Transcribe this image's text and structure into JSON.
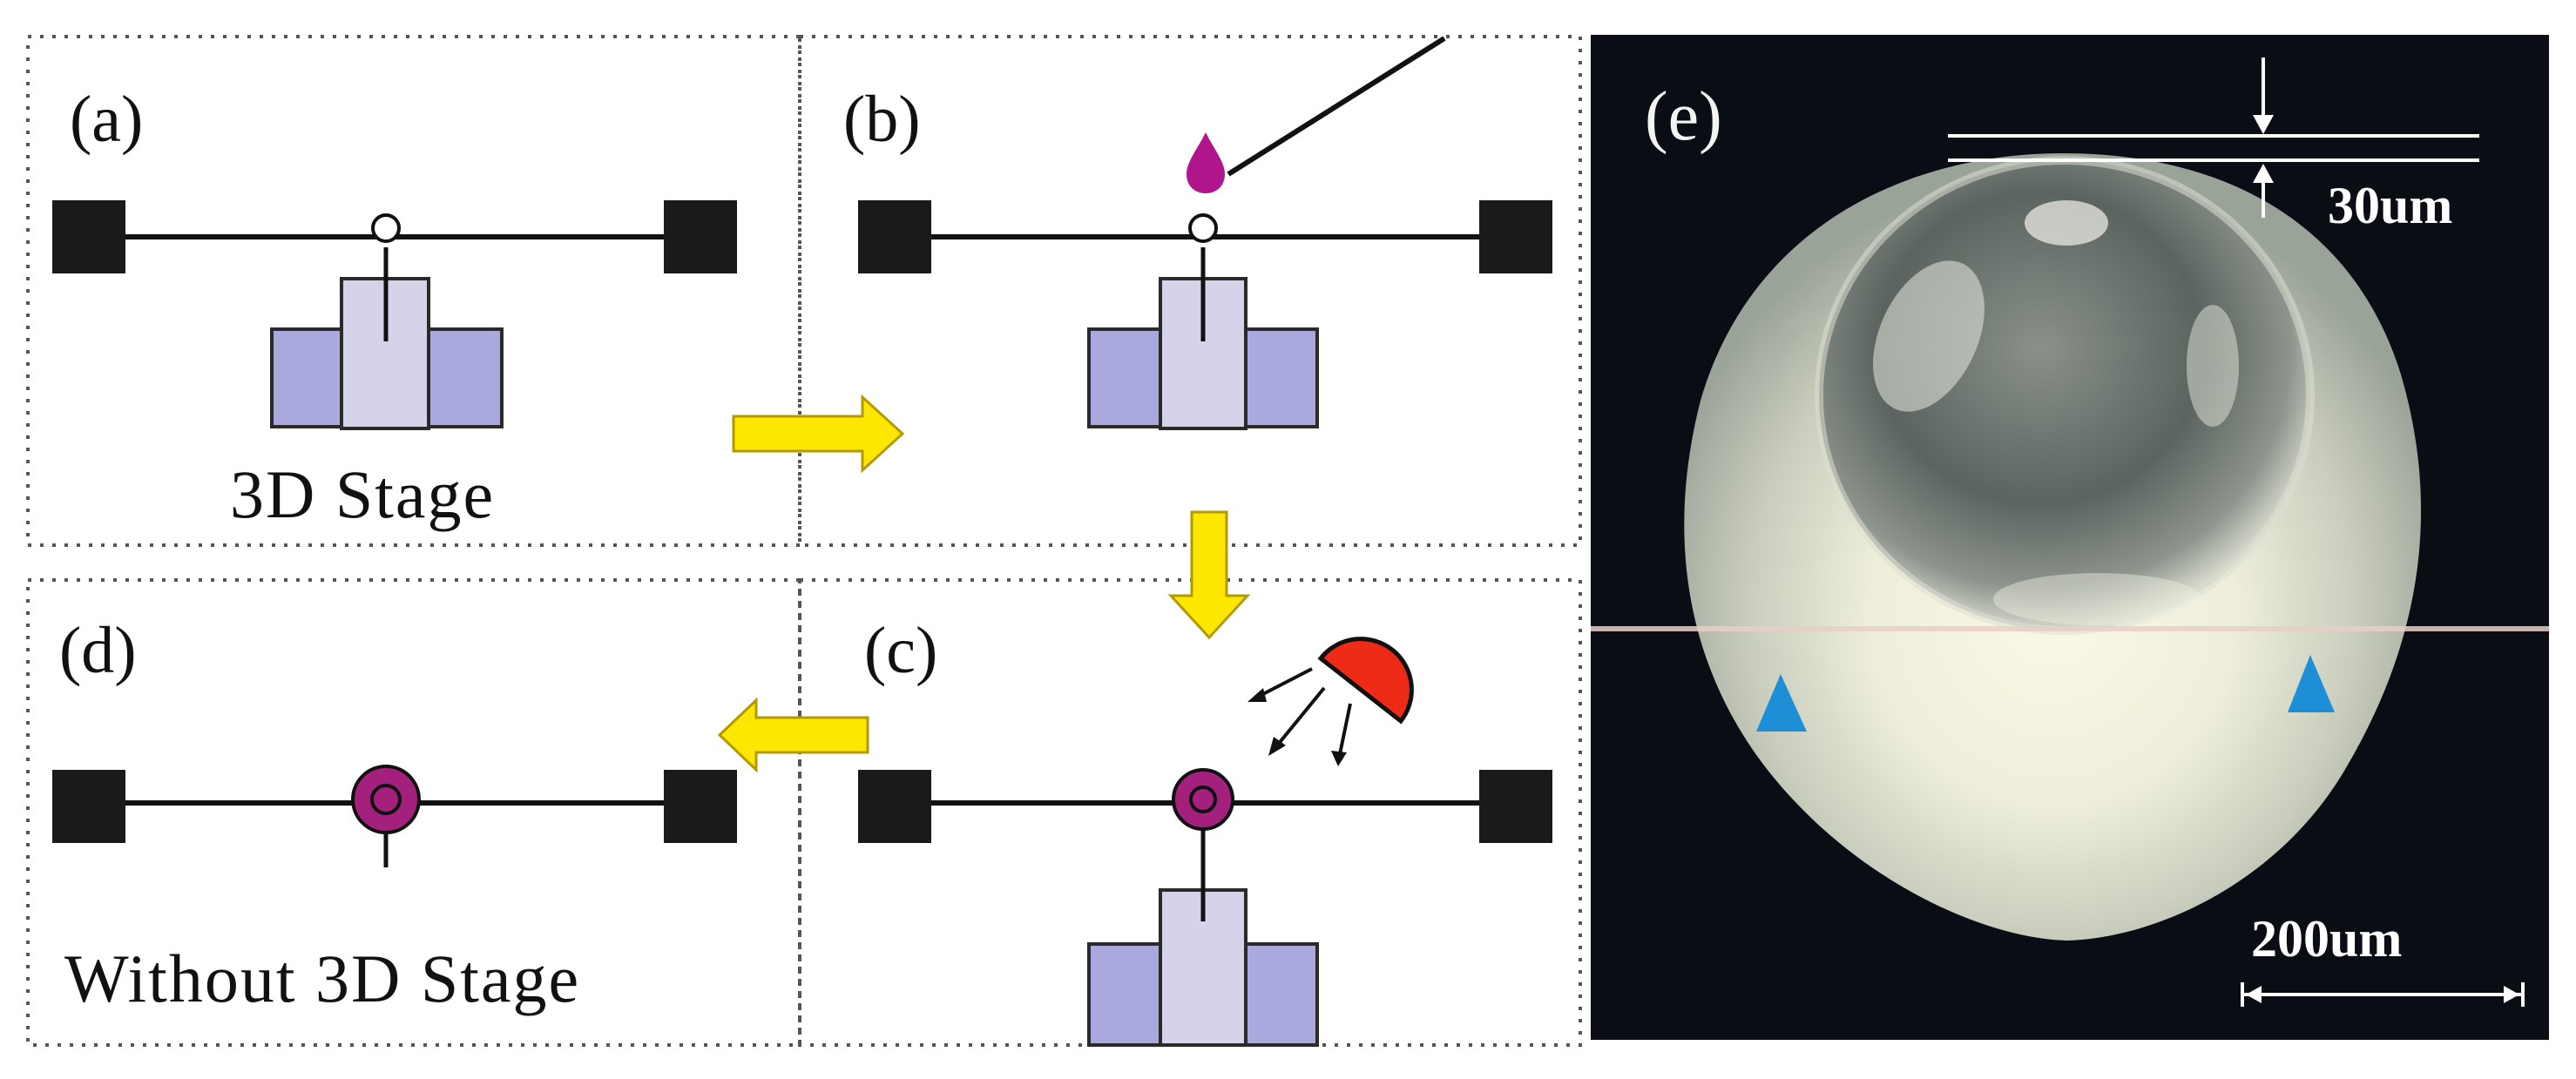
{
  "panels": {
    "a": {
      "label": "(a)",
      "caption": "3D Stage"
    },
    "b": {
      "label": "(b)"
    },
    "c": {
      "label": "(c)"
    },
    "d": {
      "label": "(d)",
      "caption": "Without 3D Stage"
    },
    "e": {
      "label": "(e)",
      "gap_label": "30um",
      "scale_label": "200um"
    }
  },
  "colors": {
    "stage_outer": "#aaa9dd",
    "stage_inner": "#d4d3ea",
    "droplet": "#b0168c",
    "sphere": "#a3217d",
    "lamp": "#ee2b17",
    "flow_arrow": "#fde600",
    "marker_triangle": "#1e8fd6",
    "photo_background": "#0a0e14"
  }
}
